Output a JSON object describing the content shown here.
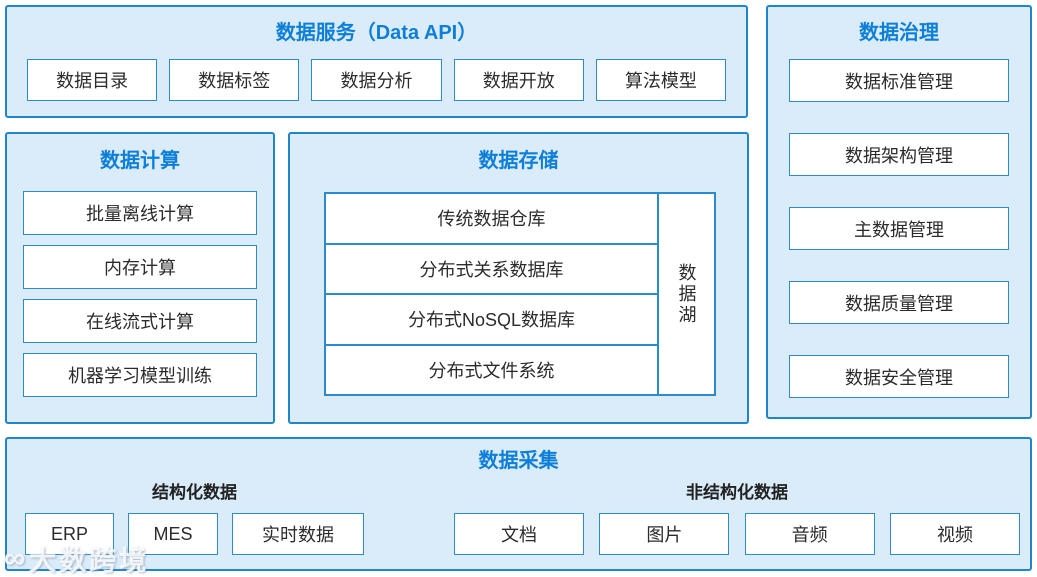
{
  "colors": {
    "accent_title": "#0e7fd8",
    "panel_background": "#daecfa",
    "panel_border": "#1f86c9",
    "box_border": "#2b8ccd",
    "box_background": "#ffffff",
    "box_text": "#2b2b2b"
  },
  "panels": {
    "data_service": {
      "title": "数据服务（Data API）",
      "items": [
        "数据目录",
        "数据标签",
        "数据分析",
        "数据开放",
        "算法模型"
      ]
    },
    "data_governance": {
      "title": "数据治理",
      "items": [
        "数据标准管理",
        "数据架构管理",
        "主数据管理",
        "数据质量管理",
        "数据安全管理"
      ]
    },
    "data_compute": {
      "title": "数据计算",
      "items": [
        "批量离线计算",
        "内存计算",
        "在线流式计算",
        "机器学习模型训练"
      ]
    },
    "data_storage": {
      "title": "数据存储",
      "rows": [
        "传统数据仓库",
        "分布式关系数据库",
        "分布式NoSQL数据库",
        "分布式文件系统"
      ],
      "lake": "数据湖"
    },
    "data_collection": {
      "title": "数据采集",
      "groups": [
        {
          "label": "结构化数据",
          "items": [
            "ERP",
            "MES",
            "实时数据"
          ]
        },
        {
          "label": "非结构化数据",
          "items": [
            "文档",
            "图片",
            "音频",
            "视频"
          ]
        }
      ]
    }
  },
  "watermark": {
    "logo": "∞",
    "text": "大数跨境"
  }
}
